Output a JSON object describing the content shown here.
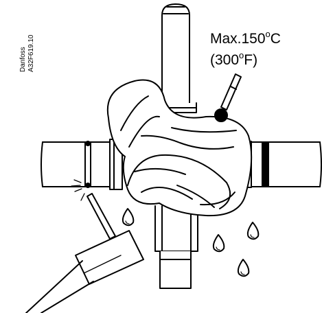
{
  "label": {
    "brand": "Danfoss",
    "code": "A32F619.10"
  },
  "temperature": {
    "celsius_value": "Max.150",
    "celsius_unit": "C",
    "fahrenheit_value": "(300",
    "fahrenheit_unit": "F)",
    "degree_symbol": "o"
  },
  "colors": {
    "line": "#000000",
    "fill": "#ffffff"
  }
}
